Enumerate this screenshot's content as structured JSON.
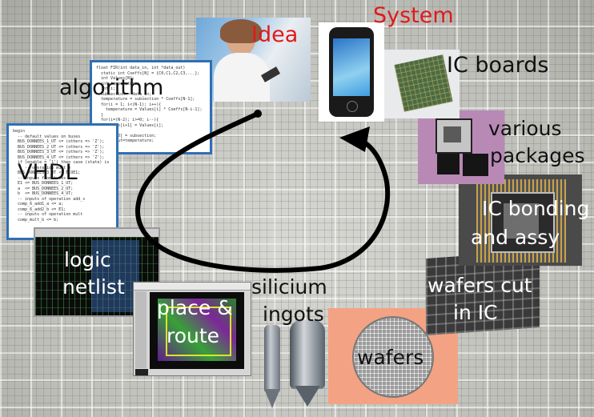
{
  "labels": {
    "system": "System",
    "idea": "Idea",
    "ic_boards": "IC boards",
    "various": "various",
    "packages": "packages",
    "ic_bonding": "IC bonding",
    "and_assy": "and assy",
    "wafers_cut": "wafers cut",
    "in_ic": "in IC",
    "wafers": "wafers",
    "silicium": "silicium",
    "ingots": "ingots",
    "place": "place &",
    "route": "route",
    "logic": "logic",
    "netlist": "netlist",
    "vhdl": "VHDL",
    "algorithm": "algorithm"
  },
  "colors": {
    "system_red": "#e01a1a",
    "idea_red": "#e01a1a",
    "code_frame_blue": "#2f6fb5",
    "arrow": "#000000"
  },
  "icons": [
    "phone-icon",
    "circuit-board-image",
    "chip-package-image",
    "bonded-die-image",
    "wafer-image",
    "ingot-image",
    "layout-image",
    "netlist-image",
    "person-image"
  ]
}
